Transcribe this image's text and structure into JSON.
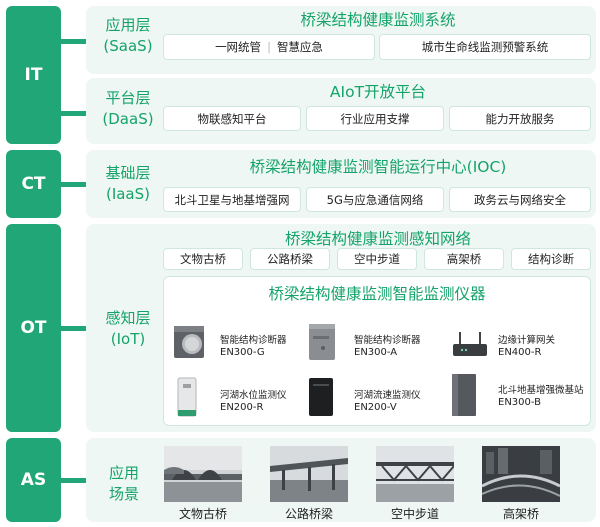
{
  "tiers": [
    "IT",
    "CT",
    "OT",
    "AS"
  ],
  "saas": {
    "layer": "应用层",
    "layer_sub": "(SaaS)",
    "title": "桥梁结构健康监测系统",
    "box_left_a": "一网统管",
    "box_left_sep": "|",
    "box_left_b": "智慧应急",
    "box_right": "城市生命线监测预警系统"
  },
  "daas": {
    "layer": "平台层",
    "layer_sub": "(DaaS)",
    "title": "AIoT开放平台",
    "boxes": [
      "物联感知平台",
      "行业应用支撑",
      "能力开放服务"
    ]
  },
  "iaas": {
    "layer": "基础层",
    "layer_sub": "(IaaS)",
    "title": "桥梁结构健康监测智能运行中心(IOC)",
    "boxes": [
      "北斗卫星与地基增强网",
      "5G与应急通信网络",
      "政务云与网络安全"
    ]
  },
  "iot": {
    "layer": "感知层",
    "layer_sub": "(IoT)",
    "network_title": "桥梁结构健康监测感知网络",
    "network_boxes": [
      "文物古桥",
      "公路桥梁",
      "空中步道",
      "高架桥",
      "结构诊断"
    ],
    "instrument_title": "桥梁结构健康监测智能监测仪器",
    "devices": [
      {
        "name": "智能结构诊断器",
        "code": "EN300-G"
      },
      {
        "name": "智能结构诊断器",
        "code": "EN300-A"
      },
      {
        "name": "边缘计算网关",
        "code": "EN400-R"
      },
      {
        "name": "河湖水位监测仪",
        "code": "EN200-R"
      },
      {
        "name": "河湖流速监测仪",
        "code": "EN200-V"
      },
      {
        "name": "北斗地基增强微基站",
        "code": "EN300-B"
      }
    ]
  },
  "scenes": {
    "label_a": "应用",
    "label_b": "场景",
    "items": [
      "文物古桥",
      "公路桥梁",
      "空中步道",
      "高架桥"
    ]
  },
  "colors": {
    "accent": "#21a777",
    "title": "#15a36b",
    "panel": "#eef7f3"
  }
}
